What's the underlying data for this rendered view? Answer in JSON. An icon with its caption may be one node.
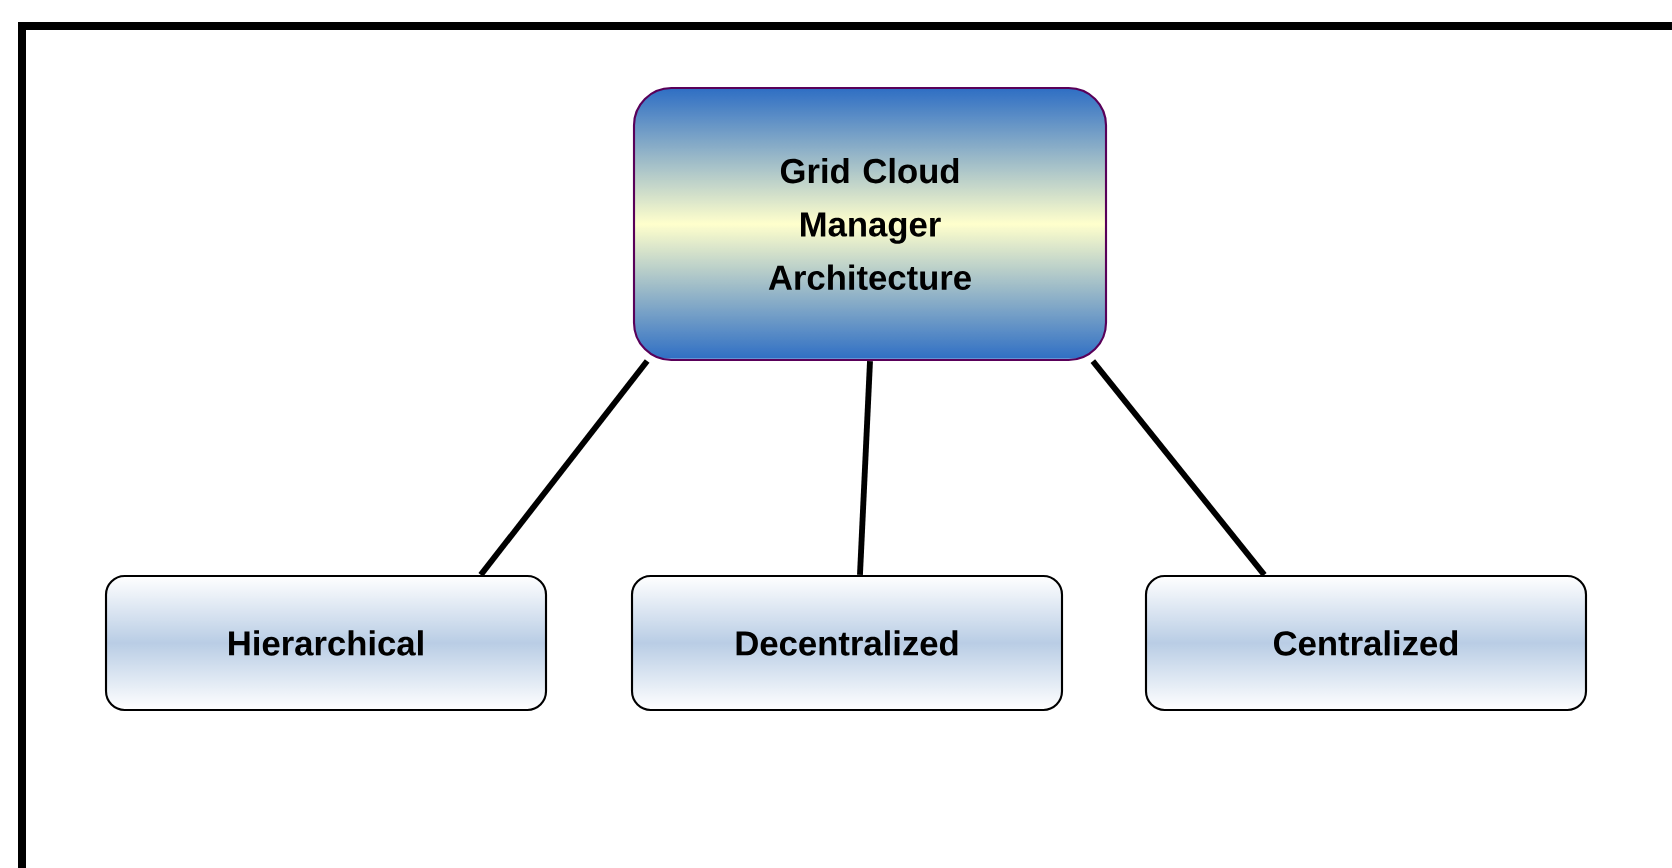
{
  "diagram": {
    "nodes": [
      {
        "text": [
          "Grid Cloud Manager Architecture"
        ]
      },
      {
        "text": [
          "Hierarchical"
        ]
      },
      {
        "text": [
          "Decentralized"
        ]
      },
      {
        "text": [
          "Centralized"
        ]
      }
    ],
    "edges": [
      {
        "from": 0,
        "to": 1,
        "arrow": "none"
      },
      {
        "from": 0,
        "to": 2,
        "arrow": "none"
      },
      {
        "from": 0,
        "to": 3,
        "arrow": "none"
      }
    ]
  }
}
